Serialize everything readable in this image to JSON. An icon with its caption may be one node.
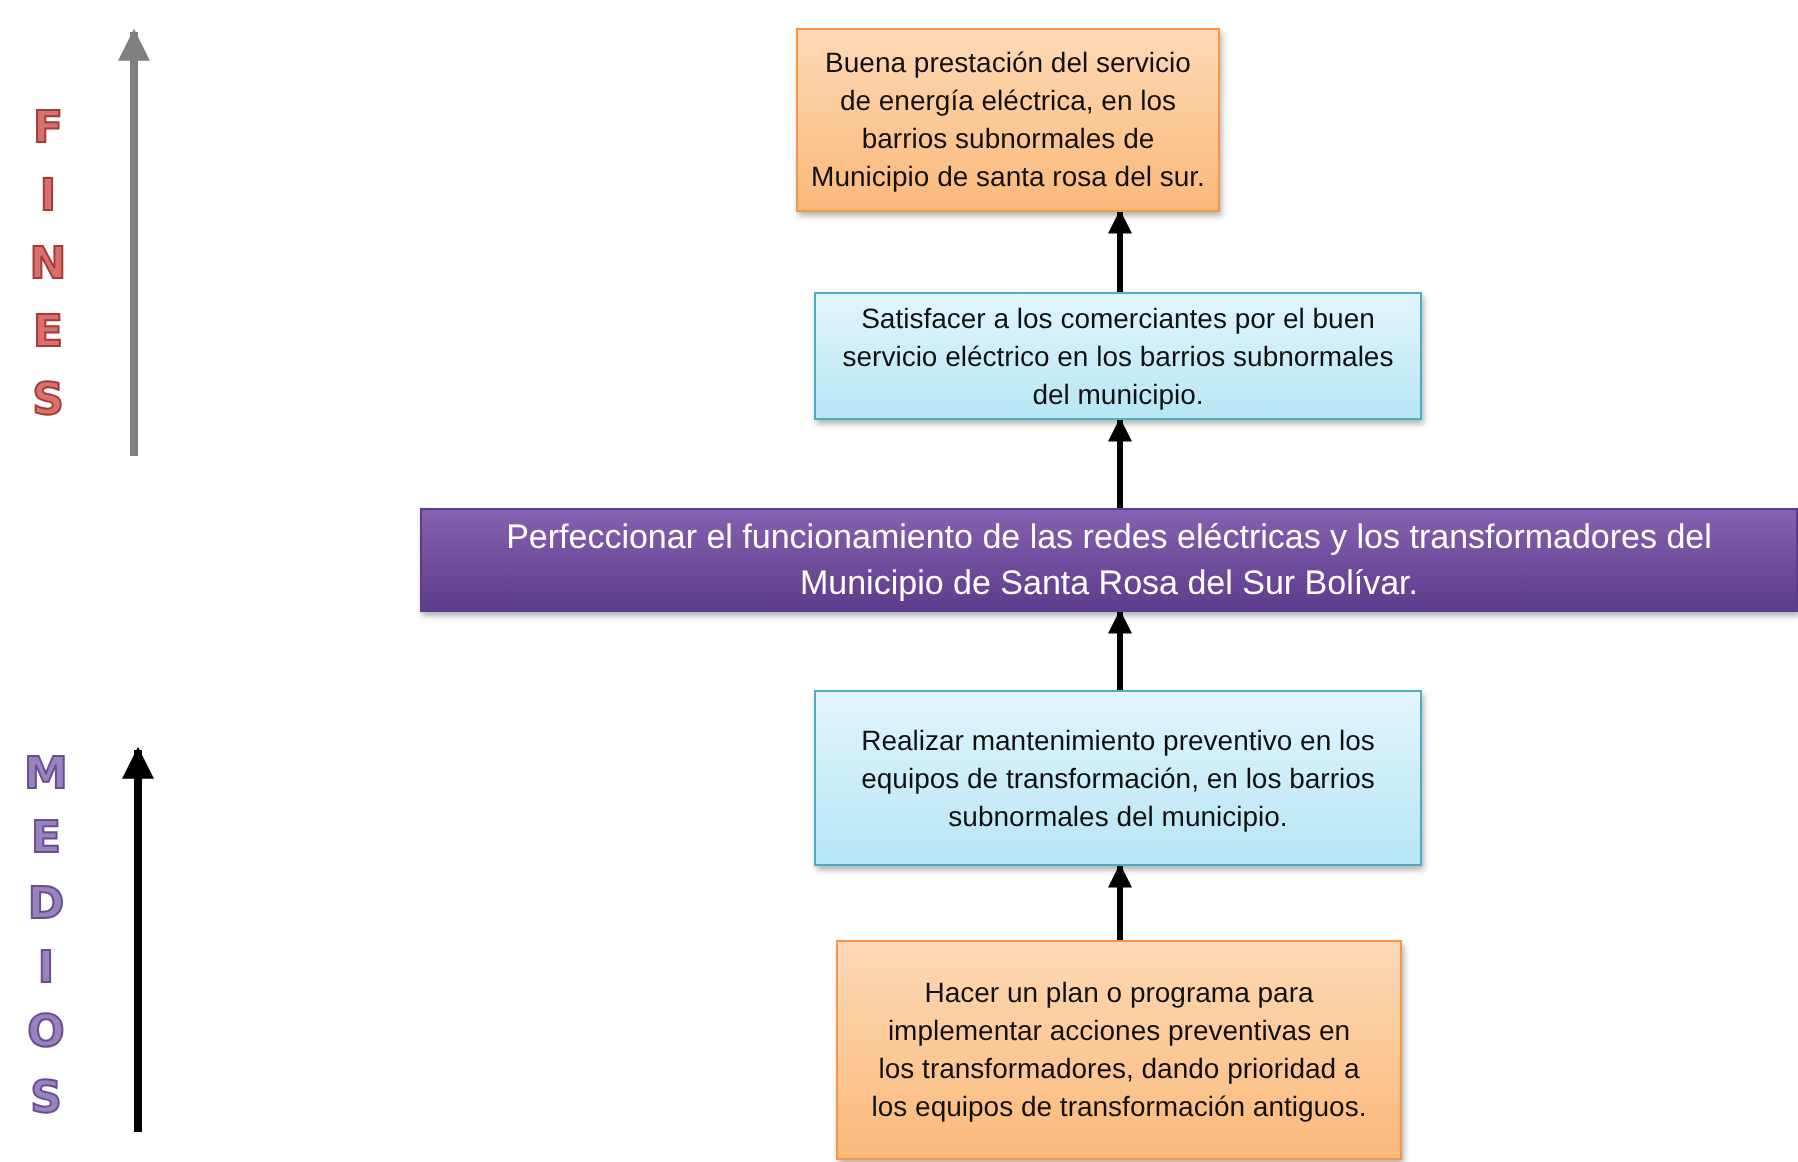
{
  "diagram": {
    "nodes": [
      {
        "text": [
          "Buena prestación del servicio de energía eléctrica, en los barrios subnormales de Municipio de santa rosa del sur."
        ]
      },
      {
        "text": [
          "Satisfacer a los comerciantes por el buen servicio eléctrico en los barrios subnormales del municipio."
        ]
      },
      {
        "text": [
          "Perfeccionar el funcionamiento de las redes eléctricas y los transformadores del Municipio de Santa Rosa del Sur Bolívar."
        ]
      },
      {
        "text": [
          "Realizar mantenimiento preventivo en los equipos de transformación, en los barrios subnormales del municipio."
        ]
      },
      {
        "text": [
          "Hacer un plan o programa para implementar acciones preventivas en los transformadores, dando prioridad a los equipos de transformación antiguos."
        ]
      }
    ],
    "edges": [
      {
        "from": 4,
        "to": 3,
        "arrow": "to"
      },
      {
        "from": 3,
        "to": 2,
        "arrow": "to"
      },
      {
        "from": 2,
        "to": 1,
        "arrow": "to"
      },
      {
        "from": 1,
        "to": 0,
        "arrow": "to"
      }
    ],
    "labels": [
      "FINES",
      "MEDIOS"
    ]
  }
}
